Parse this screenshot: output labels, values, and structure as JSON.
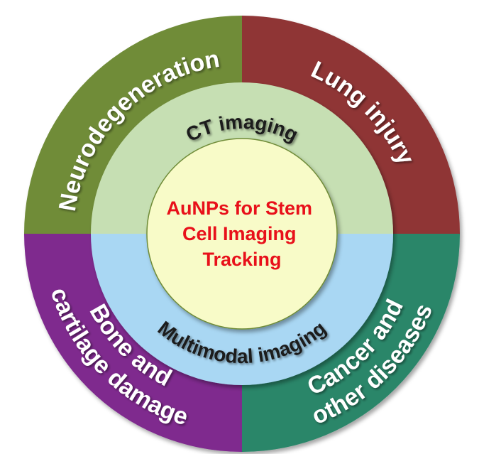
{
  "center": {
    "lines": [
      "AuNPs for Stem",
      "Cell Imaging",
      "Tracking"
    ],
    "fill": "#f8fbc8",
    "text_color": "#e8101a"
  },
  "middle_ring": [
    {
      "label": "CT imaging",
      "fill": "#c6dfb3"
    },
    {
      "label": "Multimodal imaging",
      "fill": "#a9d7f3"
    }
  ],
  "outer_quadrants": [
    {
      "label": "Neurodegeneration",
      "fill": "#6f8c37"
    },
    {
      "label": "Lung injury",
      "fill": "#8f3636"
    },
    {
      "label": "Cancer and",
      "label_2": "other diseases",
      "fill": "#2a8669"
    },
    {
      "label": "Bone and",
      "label_2": "cartilage damage",
      "fill": "#7f2b8e"
    }
  ]
}
